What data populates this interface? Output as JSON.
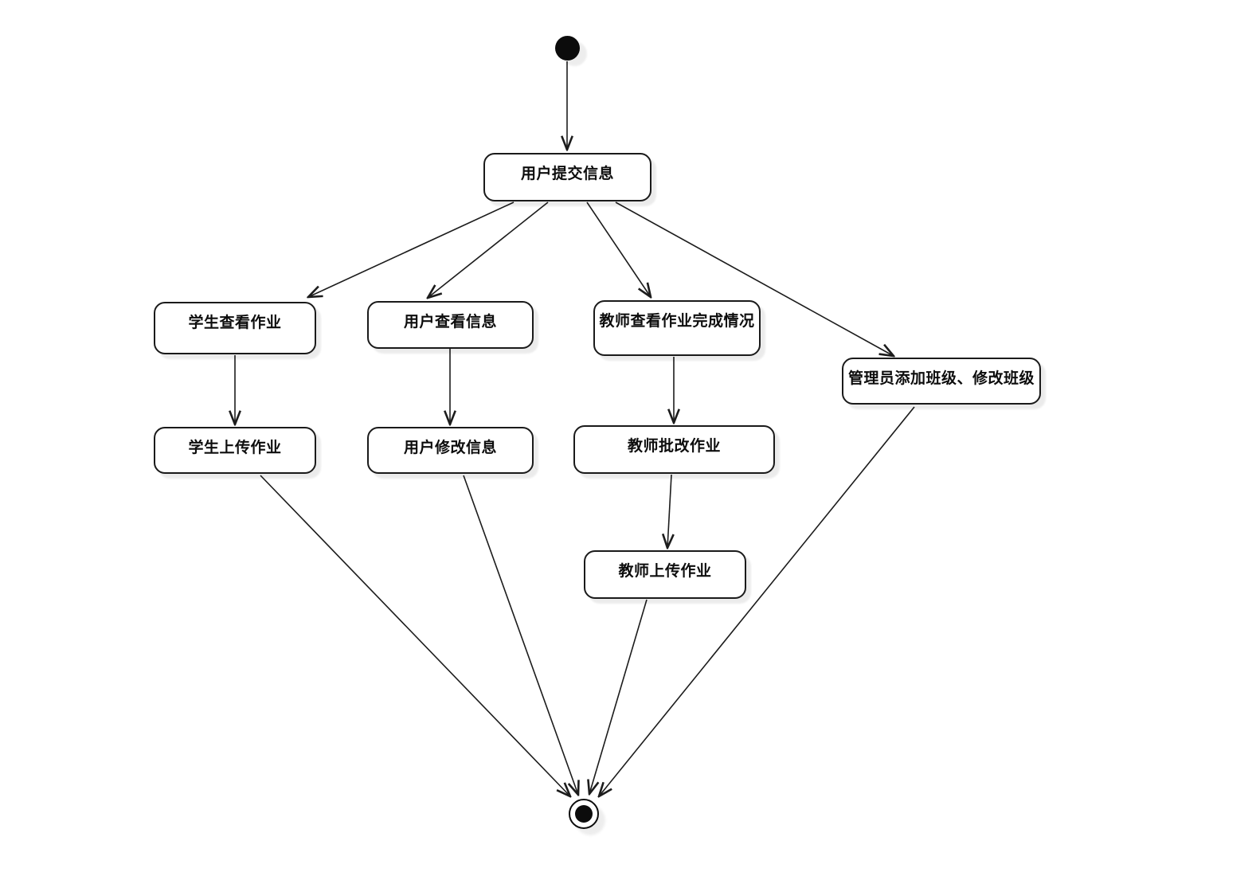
{
  "diagram": {
    "type": "uml-activity-diagram",
    "background_color": "#ffffff",
    "stroke_color": "#1c1c1c",
    "node_fill_color": "#ffffff",
    "nodes": {
      "initial": {
        "type": "initial-state"
      },
      "submit_info": {
        "label": "用户提交信息"
      },
      "student_view_homework": {
        "label": "学生查看作业"
      },
      "user_view_info": {
        "label": "用户查看信息"
      },
      "teacher_view_completion": {
        "label": "教师查看作业完成情况"
      },
      "admin_manage_class": {
        "label": "管理员添加班级、修改班级"
      },
      "student_upload_homework": {
        "label": "学生上传作业"
      },
      "user_modify_info": {
        "label": "用户修改信息"
      },
      "teacher_grade_homework": {
        "label": "教师批改作业"
      },
      "teacher_upload_homework": {
        "label": "教师上传作业"
      },
      "final": {
        "type": "final-state"
      }
    },
    "edges": [
      {
        "from": "initial",
        "to": "submit_info"
      },
      {
        "from": "submit_info",
        "to": "student_view_homework"
      },
      {
        "from": "submit_info",
        "to": "user_view_info"
      },
      {
        "from": "submit_info",
        "to": "teacher_view_completion"
      },
      {
        "from": "submit_info",
        "to": "admin_manage_class"
      },
      {
        "from": "student_view_homework",
        "to": "student_upload_homework"
      },
      {
        "from": "user_view_info",
        "to": "user_modify_info"
      },
      {
        "from": "teacher_view_completion",
        "to": "teacher_grade_homework"
      },
      {
        "from": "teacher_grade_homework",
        "to": "teacher_upload_homework"
      },
      {
        "from": "student_upload_homework",
        "to": "final"
      },
      {
        "from": "user_modify_info",
        "to": "final"
      },
      {
        "from": "teacher_upload_homework",
        "to": "final"
      },
      {
        "from": "admin_manage_class",
        "to": "final"
      }
    ]
  }
}
